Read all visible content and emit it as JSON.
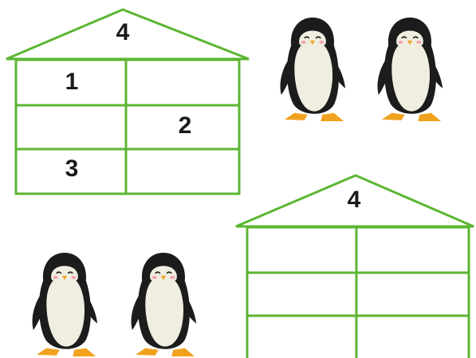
{
  "house_1": {
    "roof_value": "4",
    "rows": [
      {
        "left": "1",
        "right": ""
      },
      {
        "left": "",
        "right": "2"
      },
      {
        "left": "3",
        "right": ""
      }
    ]
  },
  "house_2": {
    "roof_value": "4",
    "rows": [
      {
        "left": "",
        "right": ""
      },
      {
        "left": "",
        "right": ""
      },
      {
        "left": "",
        "right": ""
      }
    ]
  },
  "colors": {
    "frame": "#5cb532",
    "penguin_body": "#1c1c1c",
    "penguin_belly": "#efeee0",
    "penguin_feet": "#f0a21e",
    "penguin_cheek": "#f4a0a8"
  },
  "penguin_groups": [
    {
      "count": 2
    },
    {
      "count": 2
    }
  ]
}
